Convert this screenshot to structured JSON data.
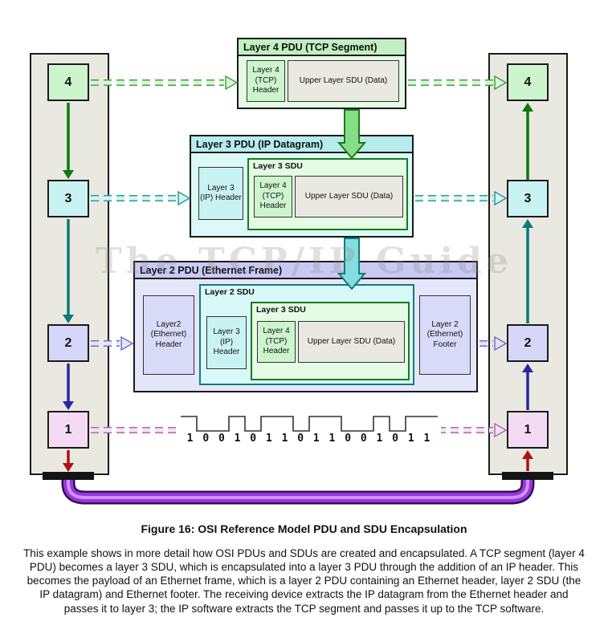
{
  "watermark": "The TCP/IP Guide",
  "left_stack": {
    "layers": [
      "4",
      "3",
      "2",
      "1"
    ]
  },
  "right_stack": {
    "layers": [
      "4",
      "3",
      "2",
      "1"
    ]
  },
  "pdu4": {
    "title": "Layer 4 PDU (TCP Segment)",
    "tcp_header": "Layer 4 (TCP) Header",
    "upper_sdu": "Upper Layer SDU (Data)"
  },
  "pdu3": {
    "title": "Layer 3 PDU (IP Datagram)",
    "ip_header": "Layer 3 (IP) Header",
    "sdu_label": "Layer 3 SDU",
    "tcp_header": "Layer 4 (TCP) Header",
    "upper_sdu": "Upper Layer SDU (Data)"
  },
  "pdu2": {
    "title": "Layer 2 PDU (Ethernet Frame)",
    "eth_header": "Layer2 (Ethernet) Header",
    "sdu_label": "Layer 2 SDU",
    "ip_header": "Layer 3 (IP) Header",
    "l3_sdu_label": "Layer 3 SDU",
    "tcp_header": "Layer 4 (TCP) Header",
    "upper_sdu": "Upper Layer SDU (Data)",
    "eth_footer": "Layer 2 (Ethernet) Footer"
  },
  "layer1": {
    "bits": "1 0 0 1 0 1 1 0 1 1 0 0 1 0 1 1"
  },
  "caption": "Figure 16: OSI Reference Model PDU and SDU Encapsulation",
  "description": "This example shows in more detail how OSI PDUs and SDUs are created and encapsulated. A TCP segment (layer 4 PDU) becomes a layer 3 SDU, which is encapsulated into a layer 3 PDU through the addition of an IP header. This becomes the payload of an Ethernet frame, which is a layer 2 PDU containing an Ethernet header, layer 2 SDU (the IP datagram) and Ethernet footer. The receiving device extracts the IP datagram from the Ethernet header and passes it to layer 3; the IP software extracts the TCP segment and passes it up to the TCP software.",
  "colors": {
    "layer4_green": "#cdf5cd",
    "layer3_cyan": "#c9f3f3",
    "layer2_lavender": "#d6d6f8",
    "layer1_pink": "#f3dcf3",
    "stack_gray": "#e9e9e1",
    "cable_purple": "#9a35e0",
    "arrow_green": "#0a7a0a",
    "arrow_teal": "#0a7a7a",
    "arrow_navy": "#2828a0",
    "arrow_red": "#b01010"
  }
}
